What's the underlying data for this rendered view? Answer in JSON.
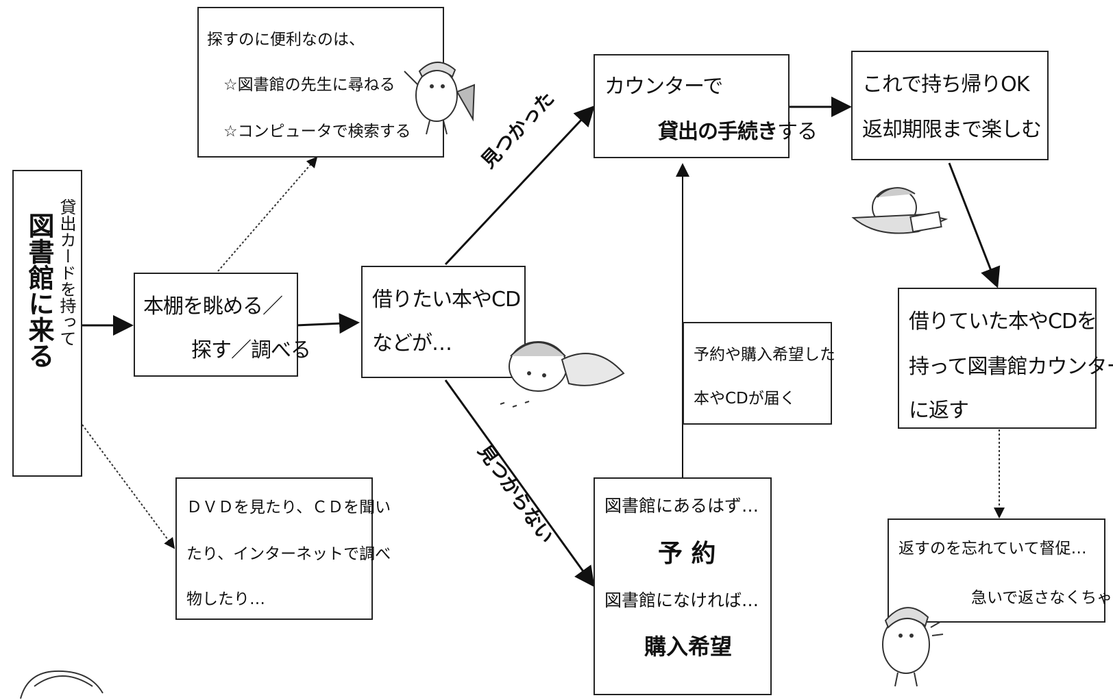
{
  "start": {
    "sub": "貸出カードを持って",
    "main": "図書館に来る"
  },
  "search_tip": {
    "line1": "探すのに便利なのは、",
    "line2": "☆図書館の先生に尋ねる",
    "line3": "☆コンピュータで検索する"
  },
  "browse": {
    "line1": "本棚を眺める／",
    "line2": "探す／調べる"
  },
  "want": {
    "line1": "借りたい本やCD",
    "line2": "などが…"
  },
  "media": {
    "line1": "ＤＶＤを見たり、ＣＤを聞い",
    "line2": "たり、インターネットで調べ",
    "line3": "物したり…"
  },
  "counter": {
    "line1": "カウンターで",
    "line2_bold": "貸出の手続き",
    "line2_rest": "する"
  },
  "ok": {
    "line1": "これで持ち帰りOK",
    "line2": "返却期限まで楽しむ"
  },
  "return": {
    "line1": "借りていた本やCDを",
    "line2": "持って図書館カウンター",
    "line3": "に返す"
  },
  "reminder": {
    "line1": "返すのを忘れていて督促…",
    "line2": "急いで返さなくちゃ"
  },
  "arrived": {
    "line1": "予約や購入希望した",
    "line2": "本やCDが届く"
  },
  "reserve": {
    "line1": "図書館にあるはず…",
    "line2": "予 約",
    "line3": "図書館になければ…",
    "line4": "購入希望"
  },
  "labels": {
    "found": "見つかった",
    "not_found": "見つからない"
  }
}
